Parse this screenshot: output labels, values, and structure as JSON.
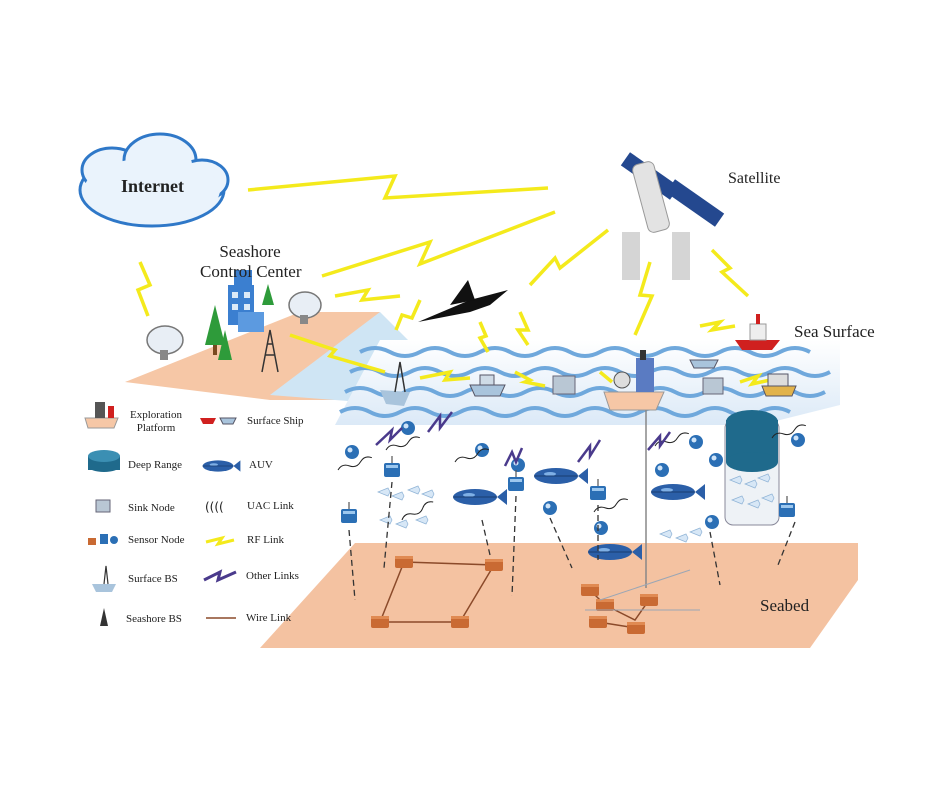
{
  "labels": {
    "internet": "Internet",
    "seashore_line1": "Seashore",
    "seashore_line2": "Control Center",
    "satellite": "Satellite",
    "sea_surface": "Sea Surface",
    "seabed": "Seabed"
  },
  "legend": {
    "exploration_platform_1": "Exploration",
    "exploration_platform_2": "Platform",
    "surface_ship": "Surface Ship",
    "deep_range": "Deep Range",
    "auv": "AUV",
    "sink_node": "Sink Node",
    "uac_link": "UAC Link",
    "sensor_node": "Sensor Node",
    "rf_link": "RF Link",
    "surface_bs": "Surface BS",
    "other_links": "Other Links",
    "seashore_bs": "Seashore BS",
    "wire_link": "Wire Link"
  },
  "colors": {
    "land": "#f6c7a6",
    "sea": "#7fb2e0",
    "seabed": "#f4c2a1",
    "rf_link": "#f4ea1c",
    "other_link": "#4a3a8c",
    "sensor": "#2b6fb5",
    "anchor": "#c96a33"
  }
}
